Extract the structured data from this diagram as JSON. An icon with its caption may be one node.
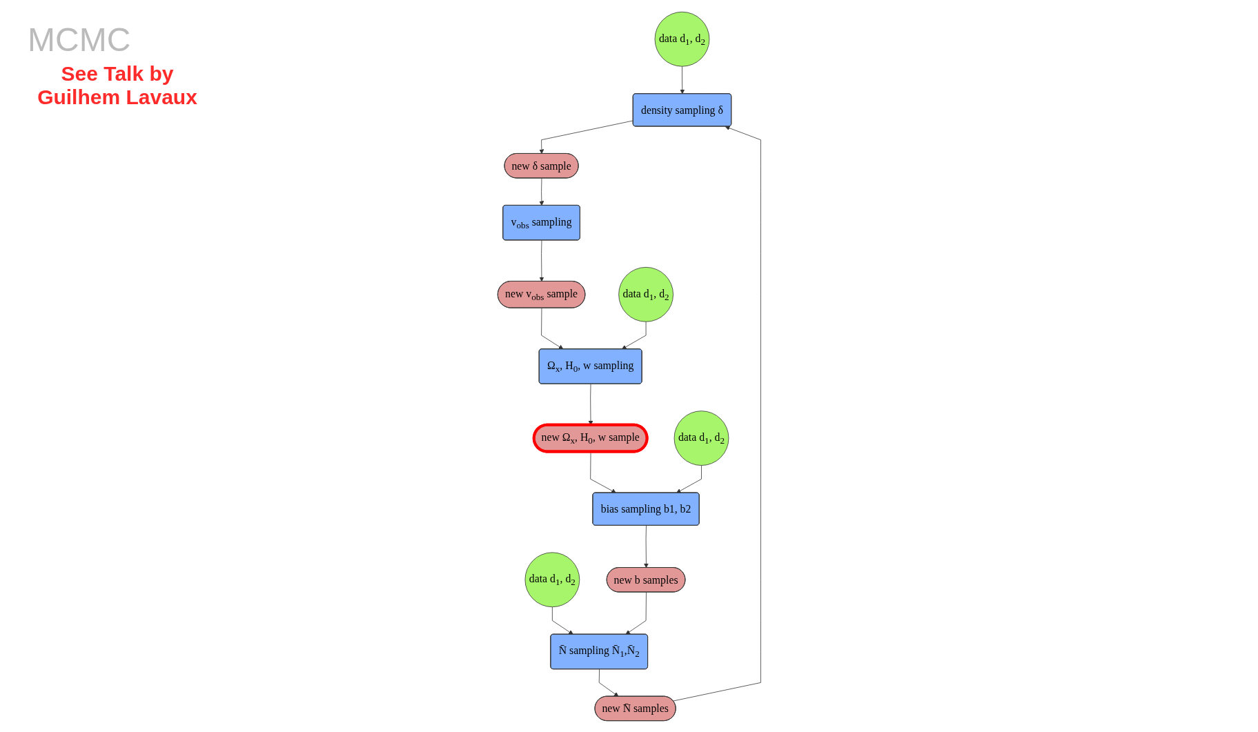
{
  "diagram": {
    "nodes": [
      {
        "text": [
          "data d$_{1}$, d$_{2}$"
        ]
      },
      {
        "text": [
          "new δ sample"
        ]
      },
      {
        "text": [
          "density sampling δ"
        ]
      },
      {
        "text": [
          "new N̄ samples"
        ]
      },
      {
        "text": [
          "v$_{obs}$ sampling"
        ]
      },
      {
        "text": [
          "N̄ sampling N̄$_{1}$,N̄$_{2}$"
        ]
      },
      {
        "text": [
          "data d$_{1}$, d$_{2}$"
        ]
      },
      {
        "text": [
          "new v$_{obs}$ sample"
        ]
      },
      {
        "text": [
          "new b samples"
        ]
      },
      {
        "text": [
          "Ω$_{x}$, H$_{0}$, w sampling"
        ]
      },
      {
        "text": [
          "new Ω$_{x}$, H$_{0}$, w sample"
        ]
      },
      {
        "text": [
          "bias sampling b1, b2"
        ]
      },
      {
        "text": [
          "data d$_{1}$, d$_{2}$"
        ]
      },
      {
        "text": [
          "data d$_{1}$, d$_{2}$"
        ]
      }
    ],
    "edges": [
      {
        "from": 0,
        "to": 2,
        "arrow": "to"
      },
      {
        "from": 2,
        "to": 1,
        "arrow": "to"
      },
      {
        "from": 3,
        "to": 2,
        "arrow": "to"
      },
      {
        "from": 1,
        "to": 4,
        "arrow": "to"
      },
      {
        "from": 5,
        "to": 3,
        "arrow": "to"
      },
      {
        "from": 6,
        "to": 5,
        "arrow": "to"
      },
      {
        "from": 4,
        "to": 7,
        "arrow": "to"
      },
      {
        "from": 8,
        "to": 5,
        "arrow": "to"
      },
      {
        "from": 7,
        "to": 9,
        "arrow": "to"
      },
      {
        "from": 9,
        "to": 10,
        "arrow": "to"
      },
      {
        "from": 10,
        "to": 11,
        "arrow": "to"
      },
      {
        "from": 11,
        "to": 8,
        "arrow": "to"
      },
      {
        "from": 12,
        "to": 9,
        "arrow": "to"
      },
      {
        "from": 13,
        "to": 11,
        "arrow": "to"
      }
    ],
    "labels": [
      "MCMC",
      "See Talk by Guilhem Lavaux"
    ]
  }
}
